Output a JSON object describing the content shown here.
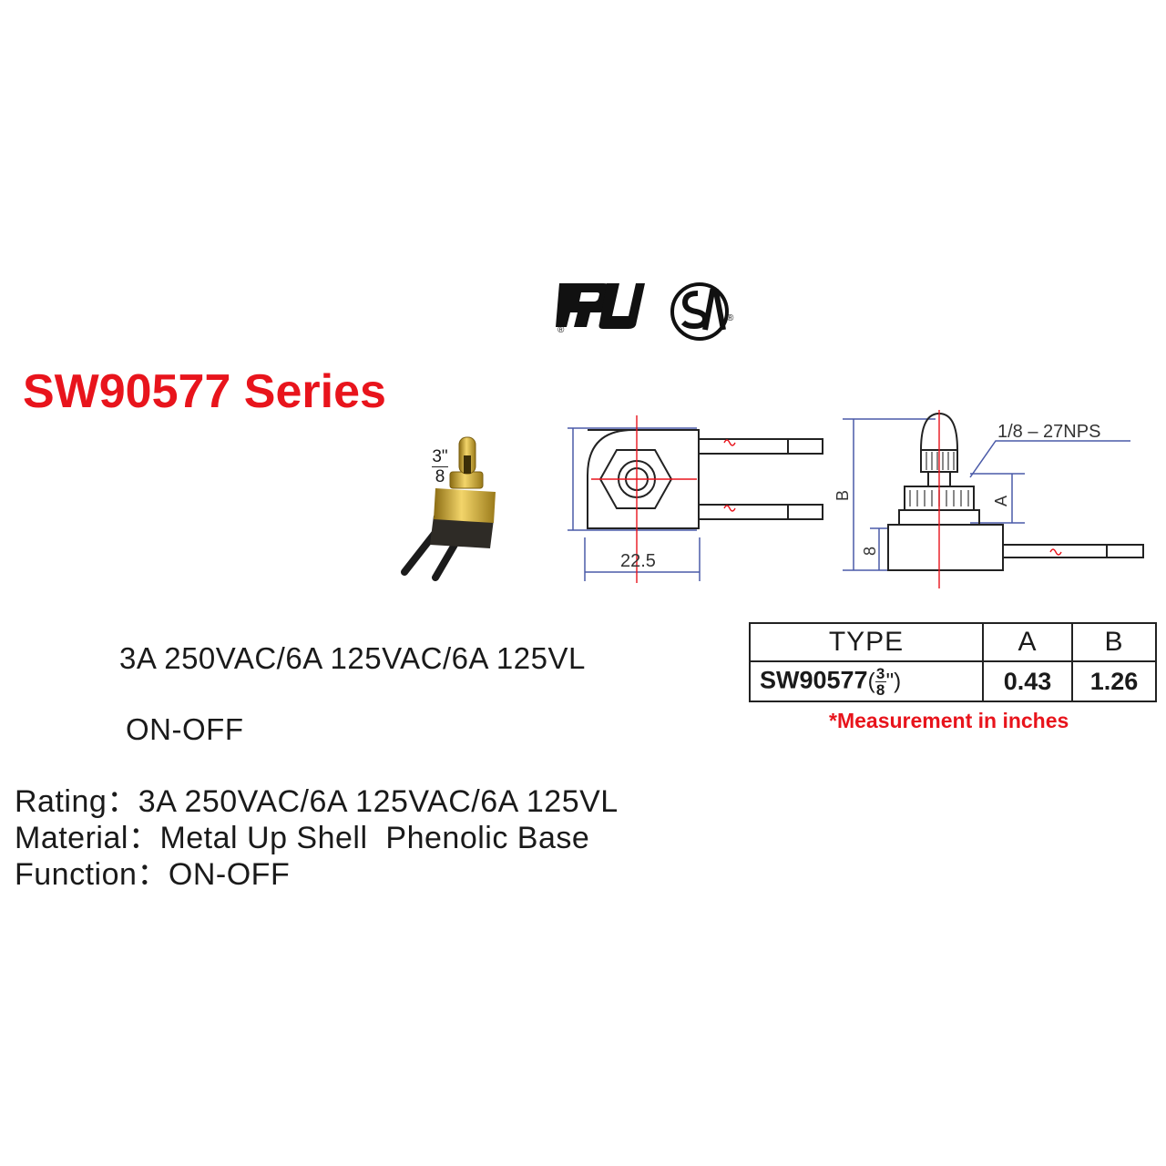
{
  "title": "SW90577 Series",
  "certifications": [
    {
      "name": "UR",
      "icon": "ul-recognized-logo"
    },
    {
      "name": "CSA",
      "icon": "csa-logo",
      "lettering": "SP"
    }
  ],
  "product_photo": {
    "size_label_num": "3\"",
    "size_label_den": "8"
  },
  "drawing_front": {
    "width_label": "22.5"
  },
  "drawing_side": {
    "thread_label": "1/8 – 27NPS",
    "dim_a_label": "A",
    "dim_b_label": "B",
    "dim_base_label": "8"
  },
  "spec_lines": {
    "rating": "3A 250VAC/6A 125VAC/6A 125VL",
    "function": "ON-OFF"
  },
  "details": [
    {
      "label": "Rating：",
      "value": "3A 250VAC/6A 125VAC/6A 125VL"
    },
    {
      "label": "Material：",
      "value": "Metal Up Shell  Phenolic Base"
    },
    {
      "label": "Function：",
      "value": "ON-OFF"
    }
  ],
  "dimension_table": {
    "headers": [
      "TYPE",
      "A",
      "B"
    ],
    "rows": [
      {
        "type": "SW90577",
        "size_num": "3",
        "size_den": "8",
        "size_suffix": "\")",
        "size_prefix": "(",
        "a": "0.43",
        "b": "1.26"
      }
    ],
    "note": "*Measurement in inches"
  },
  "colors": {
    "accent_red": "#e8141c",
    "drawing_blue": "#4a5aa8",
    "brass": "#c9a227"
  }
}
